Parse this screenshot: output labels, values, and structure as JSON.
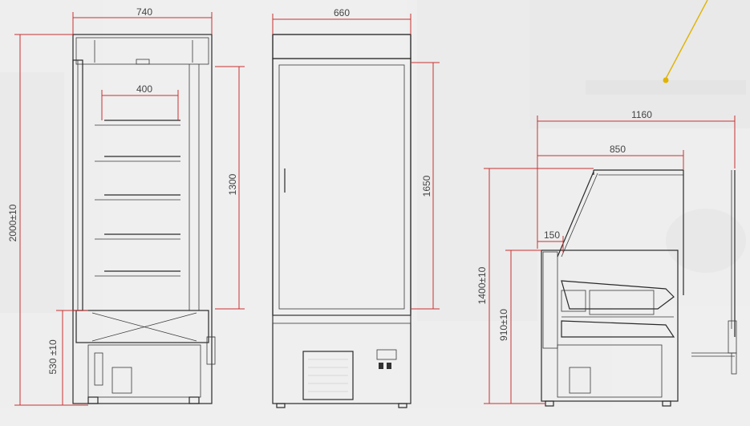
{
  "drawing": {
    "front_side": {
      "width": "740",
      "shelf_depth": "400",
      "shelf_zone_height": "1300",
      "total_height": "2000±10",
      "base_height": "530 ±10"
    },
    "front_door": {
      "width": "660",
      "door_height": "1650"
    },
    "counter": {
      "total_depth": "1160",
      "top_depth": "850",
      "edge_offset": "150",
      "total_height": "1400±10",
      "counter_height": "910±10"
    }
  },
  "colors": {
    "dimension": "#c83232",
    "pointer": "#e0b400",
    "line": "#2a2a2a",
    "background": "#f2f2f2"
  }
}
